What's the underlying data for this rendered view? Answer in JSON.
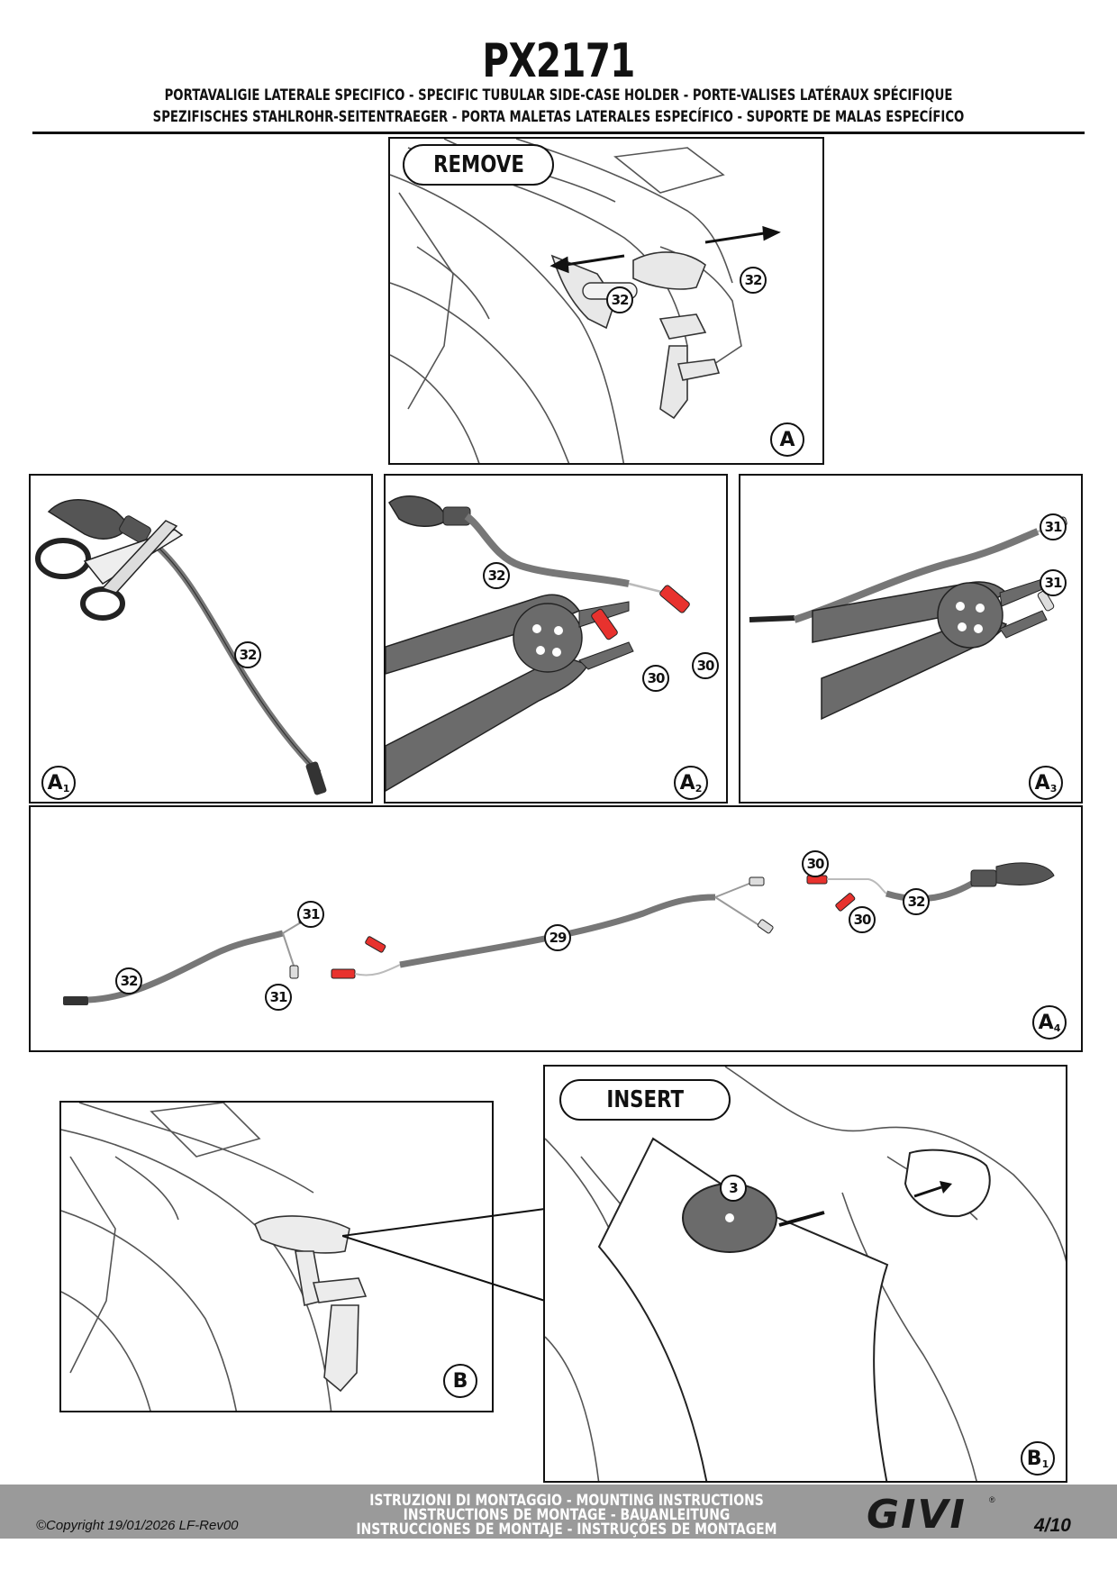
{
  "header": {
    "code": "PX2171",
    "subtitle_line1": "PORTAVALIGIE LATERALE SPECIFICO  -  SPECIFIC TUBULAR SIDE-CASE HOLDER  - PORTE-VALISES LATÉRAUX SPÉCIFIQUE",
    "subtitle_line2": "SPEZIFISCHES STAHLROHR-SEITENTRAEGER - PORTA MALETAS LATERALES ESPECÍFICO - SUPORTE DE MALAS ESPECÍFICO"
  },
  "panels": {
    "A": {
      "action": "REMOVE",
      "tag": "A",
      "callouts": [
        "32",
        "32"
      ]
    },
    "A1": {
      "tag": "A",
      "sub": "1",
      "callouts": [
        "32"
      ]
    },
    "A2": {
      "tag": "A",
      "sub": "2",
      "callouts": [
        "32",
        "30",
        "30"
      ]
    },
    "A3": {
      "tag": "A",
      "sub": "3",
      "callouts": [
        "31",
        "31"
      ]
    },
    "A4": {
      "tag": "A",
      "sub": "4",
      "callouts": [
        "31",
        "32",
        "31",
        "29",
        "30",
        "30",
        "32"
      ]
    },
    "B": {
      "tag": "B"
    },
    "B1": {
      "action": "INSERT",
      "tag": "B",
      "sub": "1",
      "callouts": [
        "3"
      ]
    }
  },
  "footer": {
    "line1": "ISTRUZIONI DI MONTAGGIO  -  MOUNTING INSTRUCTIONS",
    "line2": "INSTRUCTIONS DE MONTAGE - BAUANLEITUNG",
    "line3": "INSTRUCCIONES DE MONTAJE - INSTRUÇÕES DE MONTAGEM",
    "copyright": "©Copyright 19/01/2026 LF-Rev00",
    "brand": "GIVI",
    "brand_mark": "®",
    "page": "4/10"
  },
  "colors": {
    "connector_red": "#e8322e",
    "tool_gray": "#6b6b6b",
    "footer_band": "#9a9a9a"
  }
}
